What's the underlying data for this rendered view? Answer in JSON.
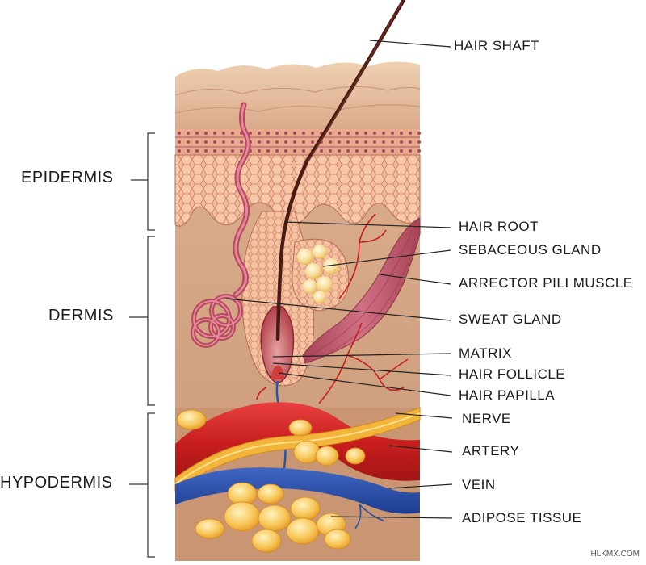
{
  "layers": {
    "epidermis": "EPIDERMIS",
    "dermis": "DERMIS",
    "hypodermis": "HYPODERMIS"
  },
  "labels": {
    "hair_shaft": "HAIR SHAFT",
    "hair_root": "HAIR ROOT",
    "sebaceous_gland": "SEBACEOUS GLAND",
    "arrector_pili_muscle": "ARRECTOR PILI MUSCLE",
    "sweat_gland": "SWEAT GLAND",
    "matrix": "MATRIX",
    "hair_follicle": "HAIR FOLLICLE",
    "hair_papilla": "HAIR PAPILLA",
    "nerve": "NERVE",
    "artery": "ARTERY",
    "vein": "VEIN",
    "adipose_tissue": "ADIPOSE TISSUE"
  },
  "watermark": "HLKMX.COM",
  "colors": {
    "skin_surface": "#e3b894",
    "epidermis_cells": "#f0b795",
    "dermis": "#d3a585",
    "muscle": "#b8586a",
    "artery": "#d42a2a",
    "vein": "#2a4fa8",
    "nerve": "#f2b43a",
    "fat": "#f5b53a",
    "hair": "#4a1a14"
  }
}
